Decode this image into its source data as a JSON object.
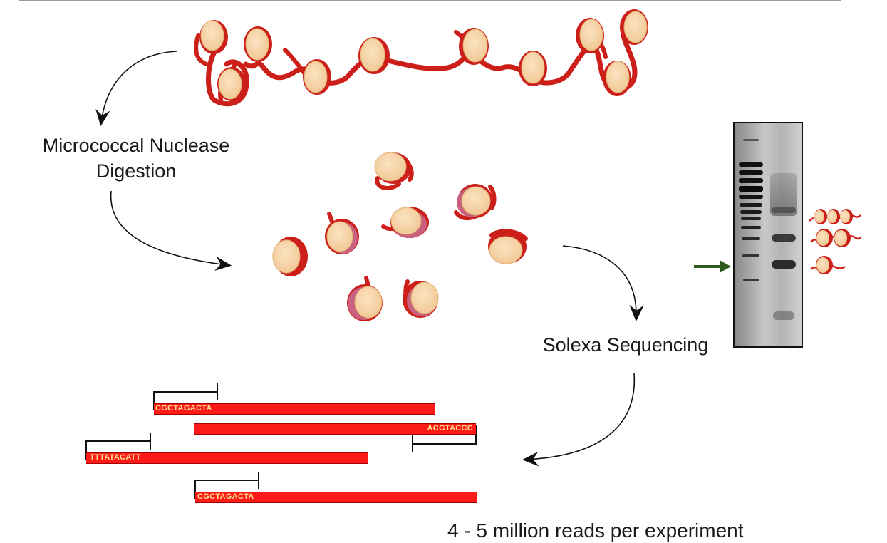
{
  "labels": {
    "digestion": [
      "Micrococcal Nuclease",
      "Digestion"
    ],
    "sequencing": "Solexa Sequencing",
    "reads_note": "4 - 5 million reads per experiment"
  },
  "reads": [
    {
      "sequence": "CGCTAGACTA",
      "strand": "forward"
    },
    {
      "sequence": "ACGTACCC",
      "strand": "reverse"
    },
    {
      "sequence": "TTTATACATT",
      "strand": "forward"
    },
    {
      "sequence": "CGCTAGACTA",
      "strand": "forward"
    }
  ],
  "colors": {
    "dna": "#cc1f1a",
    "nucleosome": "#f7d6a8",
    "histone_edge": "#e8b87a",
    "read_bar": "#ff1a1a",
    "read_text": "#ffe08a",
    "gel_arrow": "#2f5a1f"
  },
  "icons": [
    "chromatin-fiber-icon",
    "mononucleosome-icon",
    "dinucleosome-icon",
    "trinucleosome-icon",
    "gel-image",
    "curved-arrow-icon"
  ]
}
